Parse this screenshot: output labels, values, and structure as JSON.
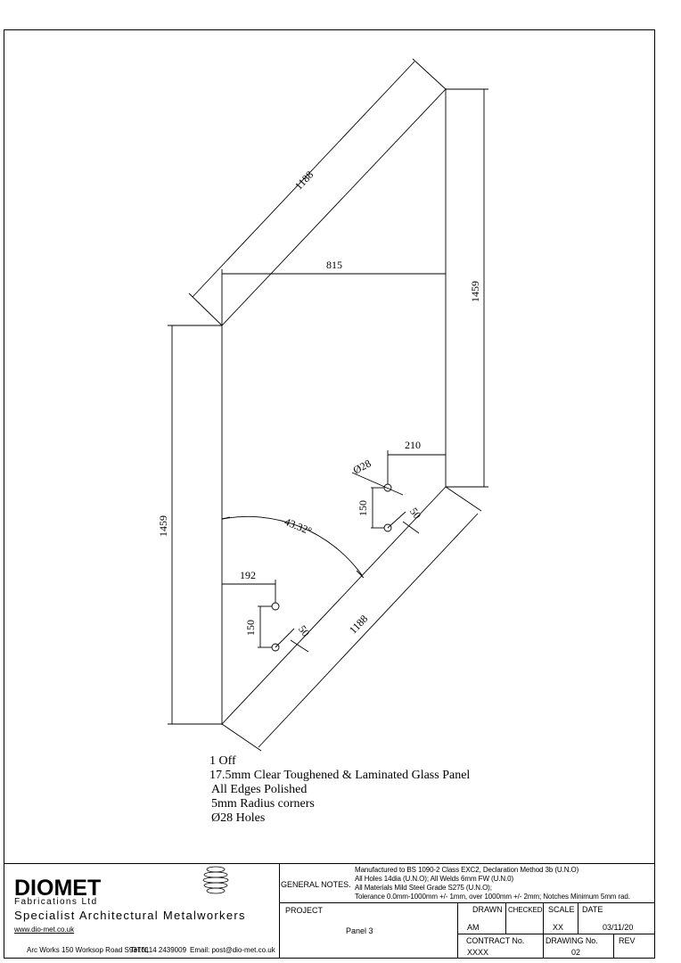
{
  "dimensions": {
    "top_diagonal": "1188",
    "top_width": "815",
    "right_height": "1459",
    "left_height": "1459",
    "bottom_diagonal": "1188",
    "angle": "43.32°",
    "hole_diameter": "Ø28",
    "upper_hole_offset": "210",
    "upper_hole_spacing": "150",
    "upper_hole_edge": "50",
    "lower_hole_offset": "192",
    "lower_hole_spacing": "150",
    "lower_hole_edge": "50"
  },
  "notes": {
    "quantity": "1 Off",
    "material": "17.5mm Clear Toughened & Laminated Glass Panel",
    "edges": "All Edges Polished",
    "corners": "5mm Radius corners",
    "holes": "Ø28 Holes"
  },
  "company": {
    "logo_text": "DIOMET",
    "subtitle": "Fabrications Ltd",
    "tagline": "Specialist Architectural Metalworkers",
    "website": "www.dio-met.co.uk",
    "address": "Arc Works 150 Worksop Road S93TN,",
    "tel": "Tel:0114 2439009",
    "email": "Email: post@dio-met.co.uk"
  },
  "general_notes": {
    "label": "GENERAL NOTES.",
    "line1": "Manufactured to BS 1090-2 Class EXC2, Declaration Method 3b (U.N.O)",
    "line2": "All Holes 14dia (U.N.O);  All Welds 6mm FW (U.N.0)",
    "line3": "All Materials Mild Steel Grade S275 (U.N.O);",
    "line4": "Tolerance 0.0mm-1000mm +/- 1mm, over 1000mm +/- 2mm; Notches Minimum 5mm rad."
  },
  "title_block": {
    "project_label": "PROJECT",
    "project_value": "Panel 3",
    "drawn_label": "DRAWN",
    "drawn_value": "AM",
    "checked_label": "CHECKED",
    "checked_value": "",
    "scale_label": "SCALE",
    "scale_value": "XX",
    "date_label": "DATE",
    "date_value": "03/11/20",
    "contract_label": "CONTRACT No.",
    "contract_value": "XXXX",
    "drawing_label": "DRAWING No.",
    "drawing_value": "02",
    "rev_label": "REV",
    "rev_value": ""
  }
}
